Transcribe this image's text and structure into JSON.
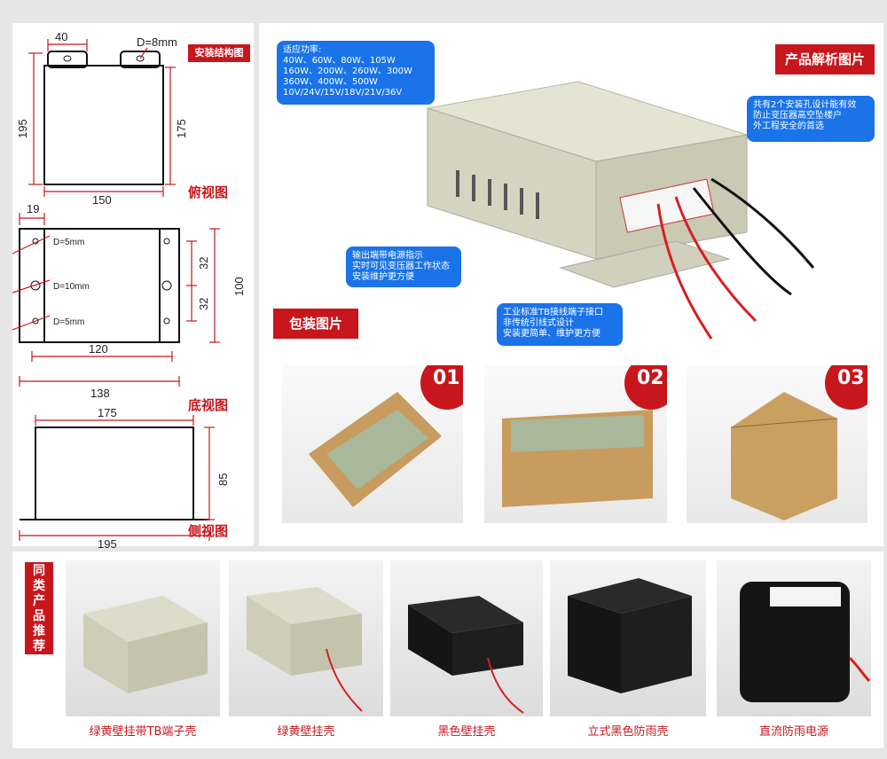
{
  "left_panel": {
    "tag": "安装结构图",
    "top_view": {
      "title": "俯视图",
      "dims": {
        "tab_width": "40",
        "hole": "D=8mm",
        "height_total": "195",
        "height_body": "175",
        "width": "150"
      }
    },
    "bottom_view": {
      "title": "底视图",
      "dims": {
        "offset": "19",
        "hole_small_top": "D=5mm",
        "hole_large": "D=10mm",
        "hole_small_bottom": "D=5mm",
        "spacing_top": "32",
        "spacing_bottom": "32",
        "height": "100",
        "inner_width": "120",
        "outer_width": "138"
      }
    },
    "side_view": {
      "title": "侧视图",
      "dims": {
        "top_width": "175",
        "height": "85",
        "bottom_width": "195"
      }
    }
  },
  "right_panel": {
    "analysis_tag": "产品解析图片",
    "packaging_tag": "包装图片",
    "callouts": {
      "power": [
        "适应功率:",
        "40W、60W、80W、105W",
        "160W、200W、260W、300W",
        "360W、400W、500W",
        "10V/24V/15V/18V/21V/36V"
      ],
      "holes": [
        "共有2个安装孔设计能有效",
        "防止变压器高空坠楼户",
        "外工程安全的首选"
      ],
      "indicator": [
        "输出端带电源指示",
        "实时可见变压器工作状态",
        "安装维护更方便"
      ],
      "terminal": [
        "工业标准TB接线端子接口",
        "非传统引线式设计",
        "安装更简单、维护更方便"
      ]
    },
    "packages": [
      {
        "number": "01"
      },
      {
        "number": "02"
      },
      {
        "number": "03"
      }
    ]
  },
  "bottom_panel": {
    "tag": [
      "同",
      "类",
      "产",
      "品",
      "推",
      "荐"
    ],
    "products": [
      {
        "caption": "绿黄壁挂带TB端子壳",
        "color": "#c9c9b4"
      },
      {
        "caption": "绿黄壁挂壳",
        "color": "#cfcfba"
      },
      {
        "caption": "黑色壁挂壳",
        "color": "#1d1d1d"
      },
      {
        "caption": "立式黑色防雨壳",
        "color": "#161616"
      },
      {
        "caption": "直流防雨电源",
        "color": "#141414"
      }
    ]
  },
  "colors": {
    "accent_red": "#c8161d",
    "callout_blue": "#1a73e8",
    "box_beige": "#d6d6c2"
  }
}
